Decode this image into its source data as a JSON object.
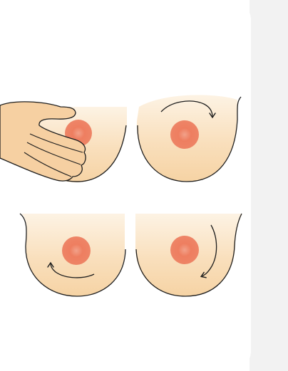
{
  "illustration": {
    "panels": [
      {
        "name": "hand-press-step",
        "icon": "hand-icon"
      },
      {
        "name": "rotate-clockwise-top-step",
        "icon": "curved-arrow-icon"
      },
      {
        "name": "rotate-lower-left-step",
        "icon": "curved-arrow-icon"
      },
      {
        "name": "rotate-down-right-step",
        "icon": "curved-arrow-icon"
      }
    ],
    "colors": {
      "skin": "#f7d6a8",
      "skin_light": "#fdf3e4",
      "nipple": "#ef7f61",
      "nipple_center": "#f2a189",
      "outline": "#1e1e1e",
      "side_strip": "#f2f2f2",
      "background": "#ffffff"
    }
  }
}
